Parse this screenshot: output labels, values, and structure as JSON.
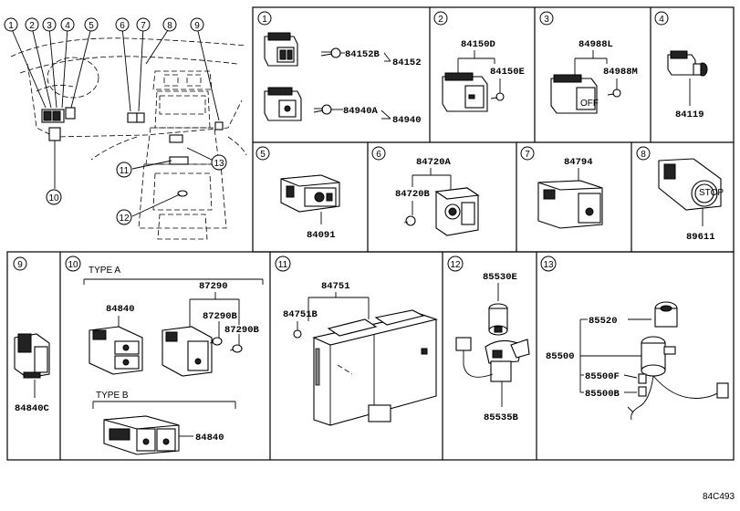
{
  "sections": {
    "s1": {
      "num": "1",
      "parts": [
        "84152B",
        "84152",
        "84940A",
        "84940"
      ]
    },
    "s2": {
      "num": "2",
      "parts": [
        "84150D",
        "84150E"
      ]
    },
    "s3": {
      "num": "3",
      "parts": [
        "84988L",
        "84988M"
      ]
    },
    "s4": {
      "num": "4",
      "parts": [
        "84119"
      ]
    },
    "s5": {
      "num": "5",
      "parts": [
        "84091"
      ]
    },
    "s6": {
      "num": "6",
      "parts": [
        "84720A",
        "84720B"
      ]
    },
    "s7": {
      "num": "7",
      "parts": [
        "84794"
      ]
    },
    "s8": {
      "num": "8",
      "parts": [
        "89611"
      ]
    },
    "s9": {
      "num": "9",
      "parts": [
        "84840C"
      ]
    },
    "s10": {
      "num": "10",
      "type_a": "TYPE A",
      "type_b": "TYPE B",
      "parts": [
        "84840",
        "87290",
        "87290B",
        "87290B",
        "84840"
      ]
    },
    "s11": {
      "num": "11",
      "parts": [
        "84751",
        "84751B"
      ]
    },
    "s12": {
      "num": "12",
      "parts": [
        "85530E",
        "85535B"
      ]
    },
    "s13": {
      "num": "13",
      "parts": [
        "85520",
        "85500",
        "85500F",
        "85500B"
      ]
    }
  },
  "overview": {
    "callouts": [
      "1",
      "2",
      "3",
      "4",
      "5",
      "6",
      "7",
      "8",
      "9",
      "10",
      "11",
      "12",
      "13"
    ]
  },
  "reference_code": "84C493"
}
